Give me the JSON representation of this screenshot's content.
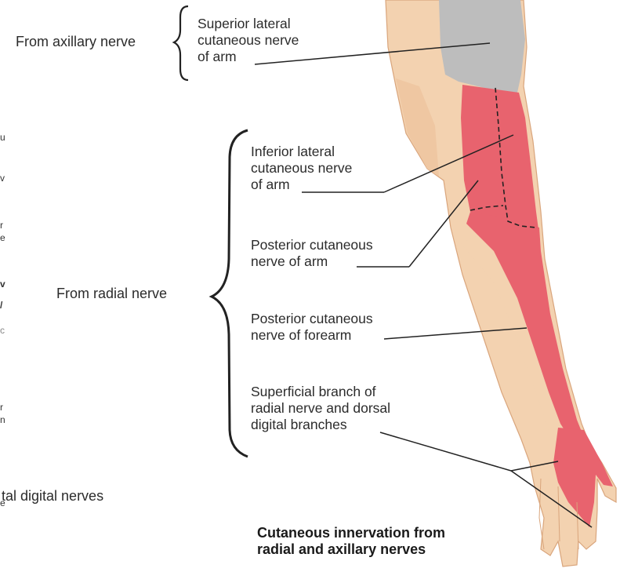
{
  "labels": {
    "axillary_group": "From axillary nerve",
    "radial_group": "From radial nerve",
    "sup_lat_1": "Superior lateral",
    "sup_lat_2": "cutaneous nerve",
    "sup_lat_3": "of arm",
    "inf_lat_1": "Inferior lateral",
    "inf_lat_2": "cutaneous nerve",
    "inf_lat_3": "of arm",
    "post_arm_1": "Posterior cutaneous",
    "post_arm_2": "nerve of arm",
    "post_fore_1": "Posterior cutaneous",
    "post_fore_2": "nerve of forearm",
    "superficial_1": "Superficial branch of",
    "superficial_2": "radial nerve and dorsal",
    "superficial_3": "digital branches",
    "cut_off_bottom": "tal digital nerves"
  },
  "caption": {
    "line1": "Cutaneous innervation from",
    "line2": "radial and axillary nerves"
  },
  "colors": {
    "skin": "#f3d2b0",
    "skin_shadow": "#e6b892",
    "axillary_region": "#bdbdbd",
    "radial_region": "#e8636e",
    "leader_line": "#222222"
  }
}
